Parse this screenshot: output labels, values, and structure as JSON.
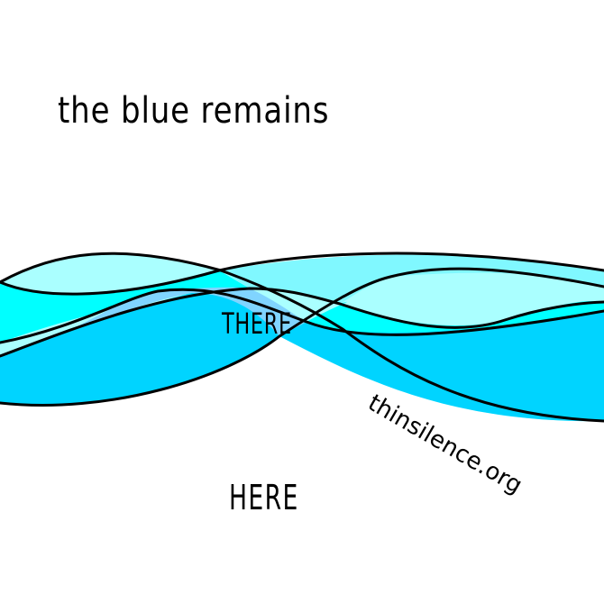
{
  "title": "the blue remains",
  "label_there": "THERE",
  "label_here": "HERE",
  "website": "thinsilence.org",
  "colors": {
    "pale_cyan": "#aaffff",
    "light_cyan": "#80f8ff",
    "aqua": "#00ffff",
    "deep_sky": "#00d4ff",
    "periwinkle": "#80d4ff",
    "ink": "#000000"
  }
}
